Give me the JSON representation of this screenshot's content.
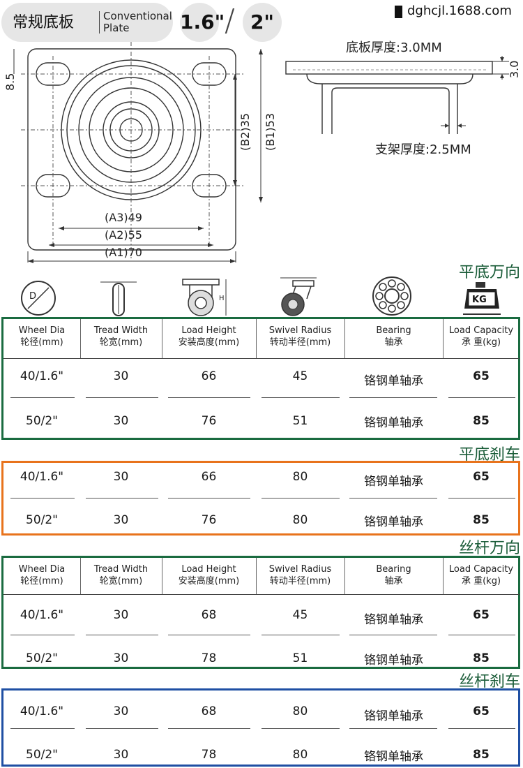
{
  "header": {
    "title_cn": "常规底板",
    "title_en_1": "Conventional",
    "title_en_2": "Plate",
    "size_1": "1.6\"",
    "size_2": "2\"",
    "site": "dghcjl.1688.com"
  },
  "drawing": {
    "hole_offset": "8.5",
    "a3": "(A3)49",
    "a2": "(A2)55",
    "a1": "(A1)70",
    "b2": "(B2)35",
    "b1": "(B1)53",
    "plate_thickness": "底板厚度:3.0MM",
    "plate_dim": "3.0",
    "bracket_thickness": "支架厚度:2.5MM"
  },
  "icons": {
    "diameter_label": "D",
    "height_label": "H",
    "kg_label": "KG",
    "names": [
      "wheel-diameter-icon",
      "tread-width-icon",
      "load-height-icon",
      "swivel-radius-icon",
      "bearing-icon",
      "load-capacity-icon"
    ]
  },
  "table_headers": [
    {
      "en": "Wheel Dia",
      "cn": "轮径(mm)"
    },
    {
      "en": "Tread Width",
      "cn": "轮宽(mm)"
    },
    {
      "en": "Load Height",
      "cn": "安装高度(mm)"
    },
    {
      "en": "Swivel Radius",
      "cn": "转动半径(mm)"
    },
    {
      "en": "Bearing",
      "cn": "轴承"
    },
    {
      "en": "Load Capacity",
      "cn": "承  重(kg)"
    }
  ],
  "sections": [
    {
      "title": "平底万向",
      "color": "#1a6b40",
      "rows": [
        [
          "40/1.6\"",
          "30",
          "66",
          "45",
          "铬钢单轴承",
          "65"
        ],
        [
          "50/2\"",
          "30",
          "76",
          "51",
          "铬钢单轴承",
          "85"
        ]
      ]
    },
    {
      "title": "平底刹车",
      "color": "#e8731c",
      "rows": [
        [
          "40/1.6\"",
          "30",
          "66",
          "80",
          "铬钢单轴承",
          "65"
        ],
        [
          "50/2\"",
          "30",
          "76",
          "80",
          "铬钢单轴承",
          "85"
        ]
      ]
    },
    {
      "title": "丝杆万向",
      "color": "#1a6b40",
      "rows": [
        [
          "40/1.6\"",
          "30",
          "68",
          "45",
          "铬钢单轴承",
          "65"
        ],
        [
          "50/2\"",
          "30",
          "78",
          "51",
          "铬钢单轴承",
          "85"
        ]
      ]
    },
    {
      "title": "丝杆刹车",
      "color": "#1f4fa3",
      "rows": [
        [
          "40/1.6\"",
          "30",
          "68",
          "80",
          "铬钢单轴承",
          "65"
        ],
        [
          "50/2\"",
          "30",
          "78",
          "80",
          "铬钢单轴承",
          "85"
        ]
      ]
    }
  ]
}
